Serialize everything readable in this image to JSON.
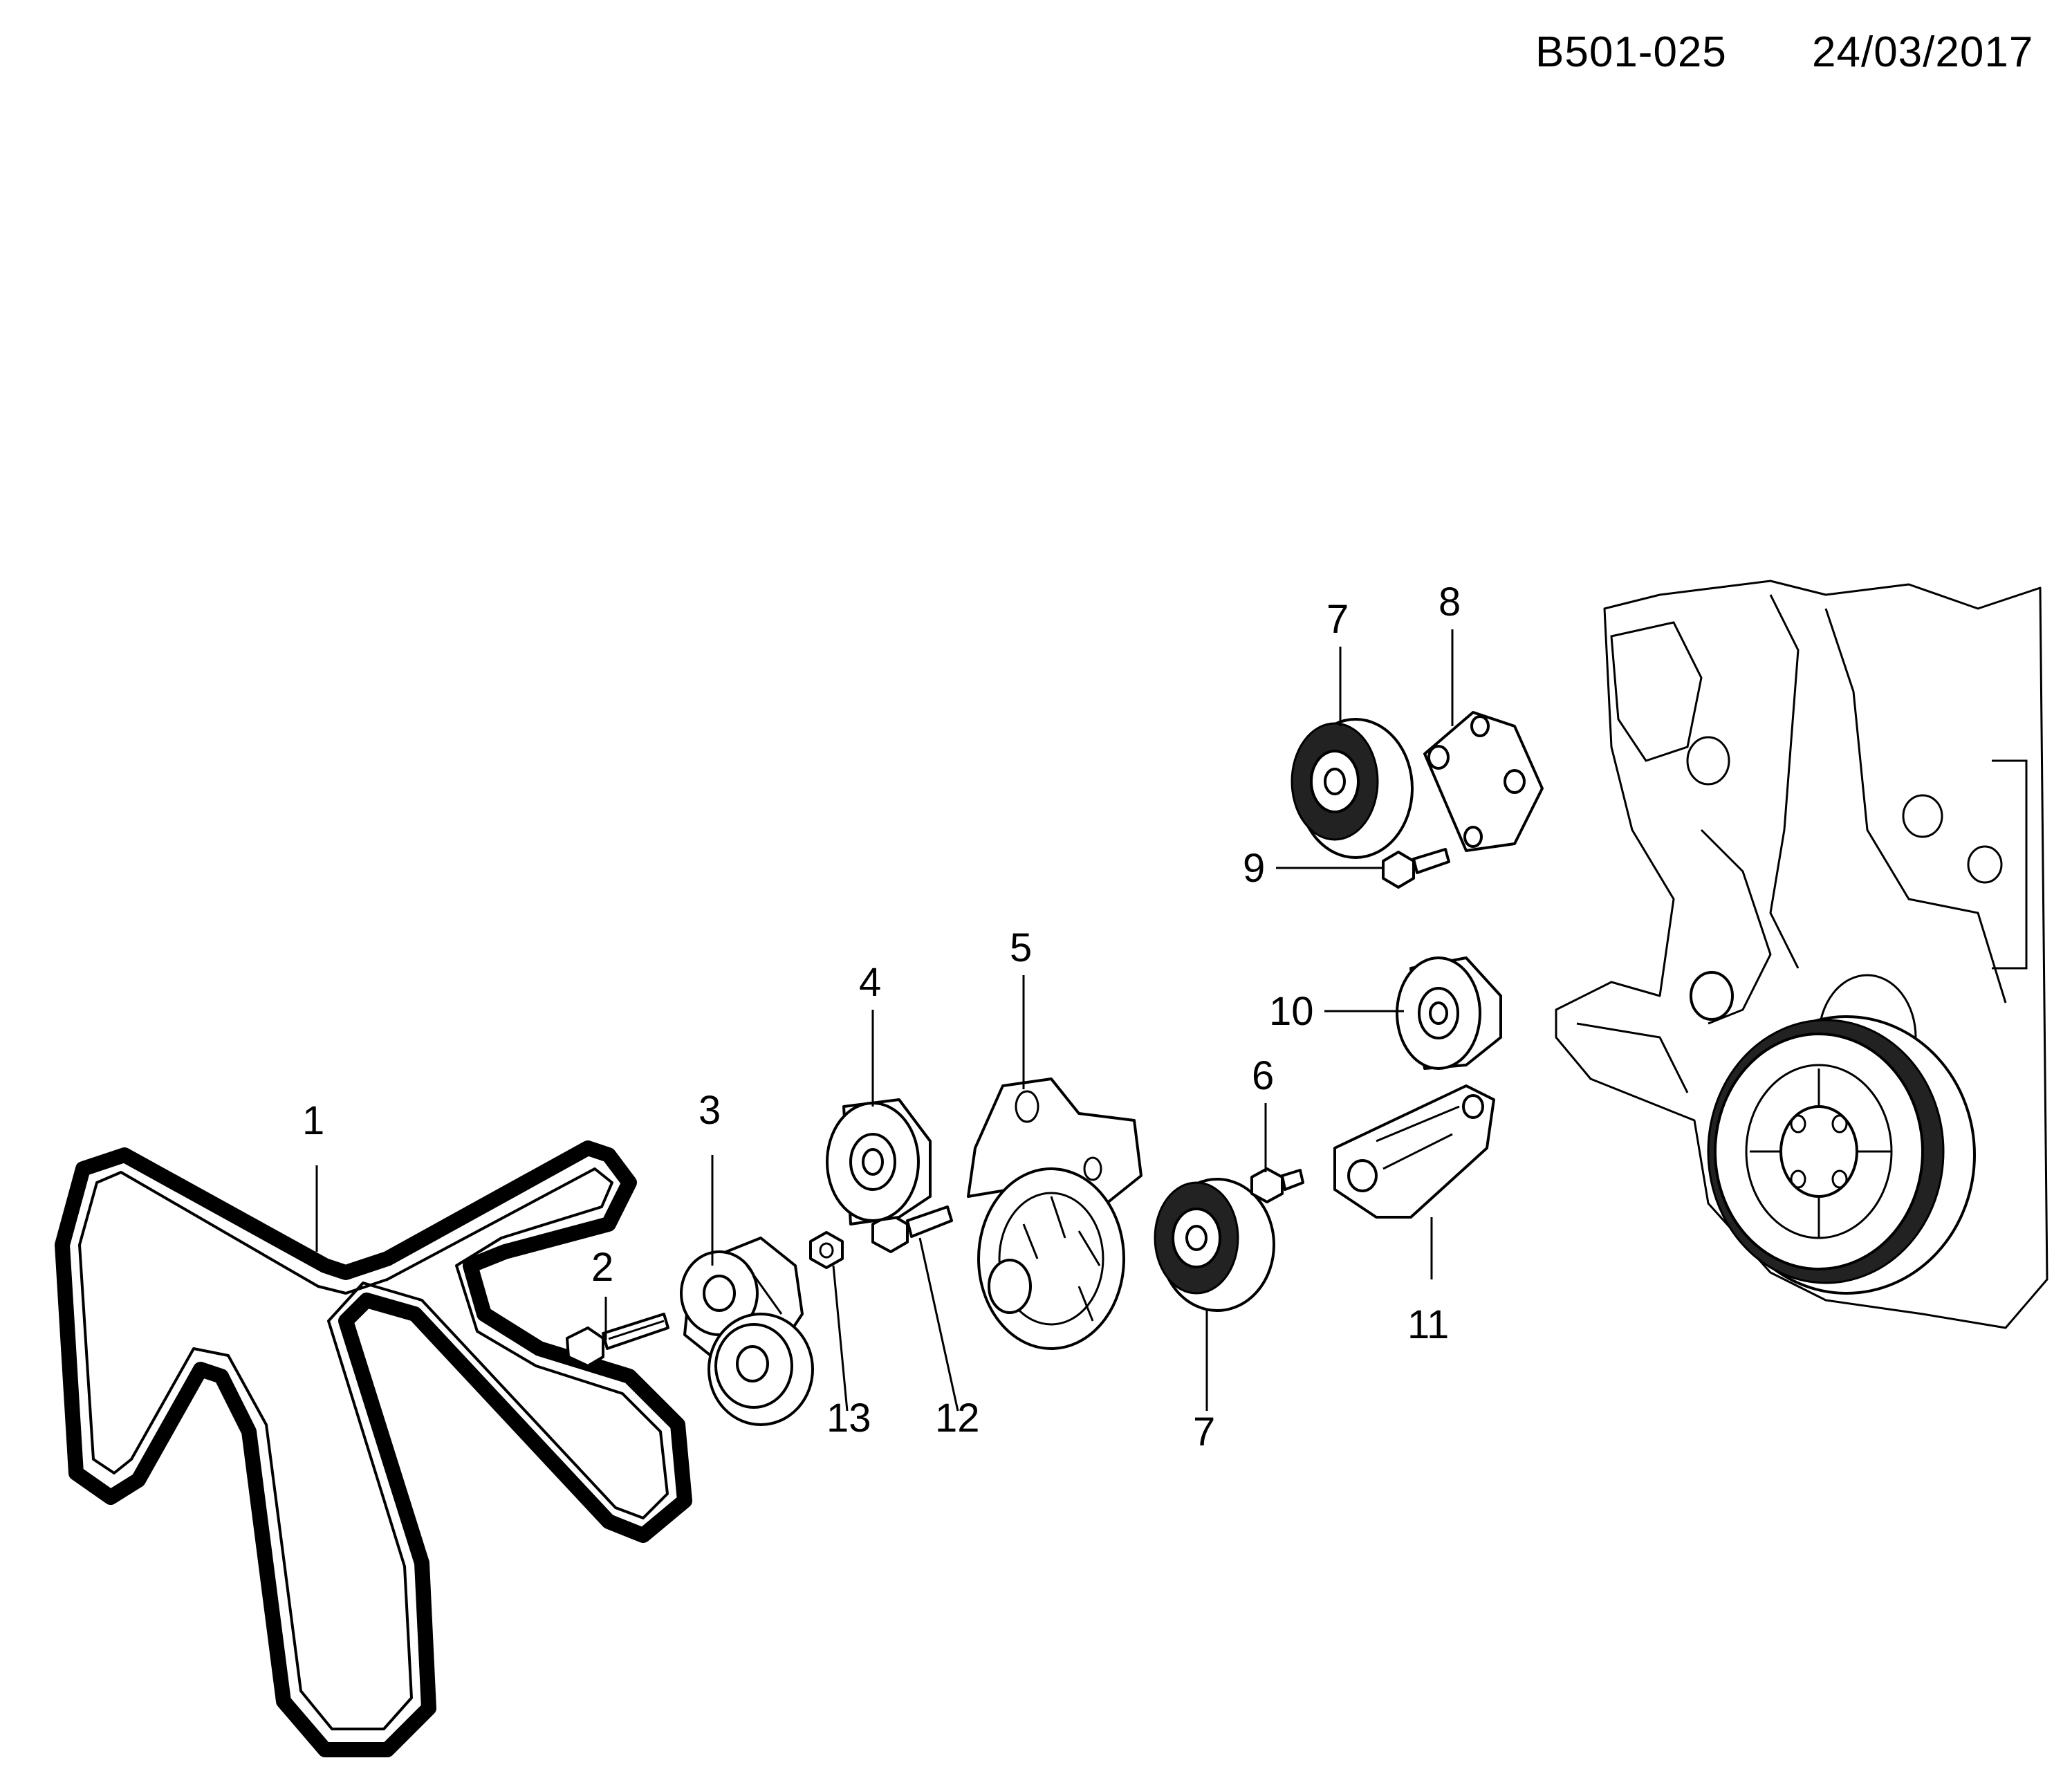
{
  "header": {
    "code": "B501-025",
    "date": "24/03/2017"
  },
  "callouts": [
    {
      "id": "c1",
      "label": "1"
    },
    {
      "id": "c2",
      "label": "2"
    },
    {
      "id": "c3",
      "label": "3"
    },
    {
      "id": "c4",
      "label": "4"
    },
    {
      "id": "c5",
      "label": "5"
    },
    {
      "id": "c6",
      "label": "6"
    },
    {
      "id": "c7a",
      "label": "7"
    },
    {
      "id": "c7b",
      "label": "7"
    },
    {
      "id": "c8",
      "label": "8"
    },
    {
      "id": "c9",
      "label": "9"
    },
    {
      "id": "c10",
      "label": "10"
    },
    {
      "id": "c11",
      "label": "11"
    },
    {
      "id": "c12",
      "label": "12"
    },
    {
      "id": "c13",
      "label": "13"
    }
  ]
}
